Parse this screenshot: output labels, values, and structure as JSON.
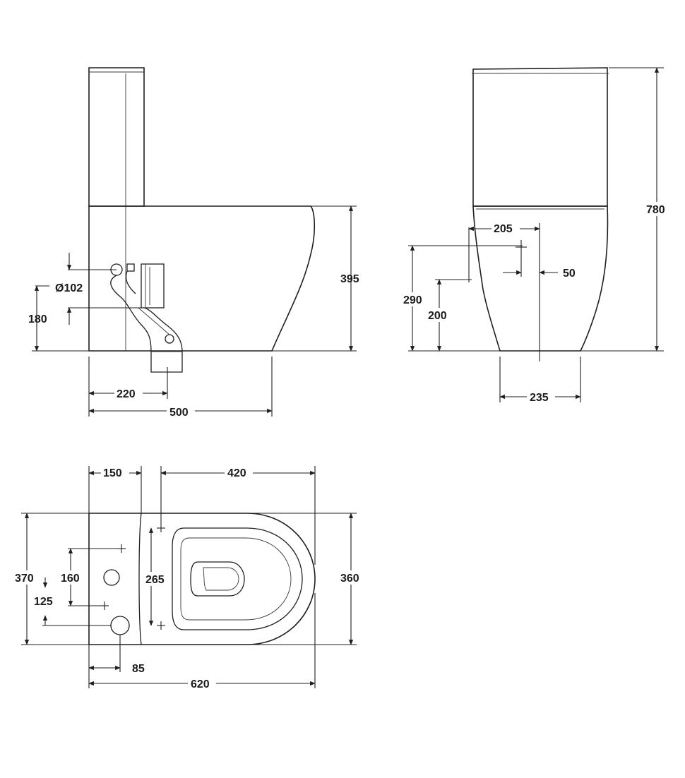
{
  "side_view": {
    "height_395": "395",
    "diameter_102": "Ø102",
    "height_180": "180",
    "width_220": "220",
    "length_500": "500"
  },
  "front_view": {
    "height_780": "780",
    "width_205": "205",
    "offset_50": "50",
    "height_290": "290",
    "height_200": "200",
    "width_235": "235"
  },
  "top_view": {
    "width_150": "150",
    "width_420": "420",
    "depth_370": "370",
    "spacing_160": "160",
    "offset_125": "125",
    "spacing_265": "265",
    "depth_360": "360",
    "offset_85": "85",
    "length_620": "620"
  }
}
